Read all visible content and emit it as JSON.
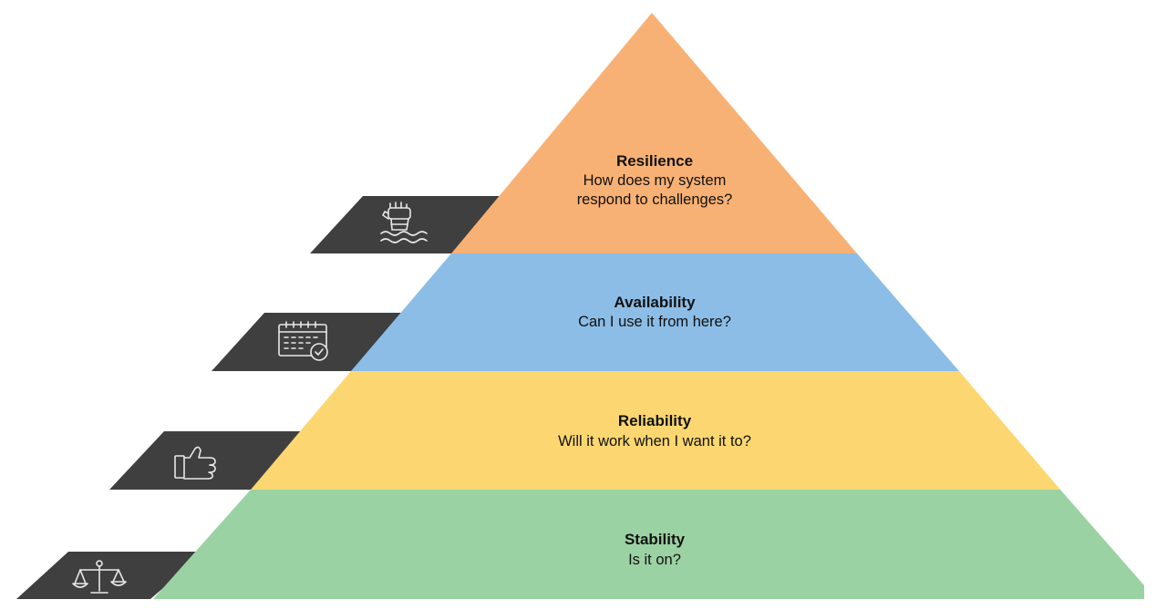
{
  "levels": [
    {
      "title": "Resilience",
      "lines": [
        "How does my system",
        "respond to challenges?"
      ],
      "color": "#f8b174",
      "icon": "raised-fist-icon"
    },
    {
      "title": "Availability",
      "lines": [
        "Can I use it from here?"
      ],
      "color": "#8bbde6",
      "icon": "calendar-check-icon"
    },
    {
      "title": "Reliability",
      "lines": [
        "Will it work when I want it to?"
      ],
      "color": "#fcd771",
      "icon": "thumbs-up-icon"
    },
    {
      "title": "Stability",
      "lines": [
        "Is it on?"
      ],
      "color": "#9bd2a3",
      "icon": "balance-scale-icon"
    }
  ],
  "tab_color": "#3f3f3f"
}
